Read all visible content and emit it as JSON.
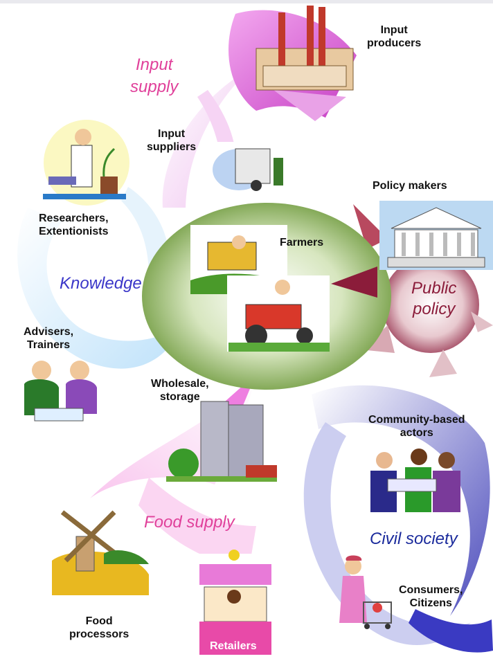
{
  "sections": {
    "input_supply": "Input\nsupply",
    "knowledge": "Knowledge",
    "public_policy": "Public\npolicy",
    "food_supply": "Food supply",
    "civil_society": "Civil society"
  },
  "actors": {
    "input_producers": "Input\nproducers",
    "input_suppliers": "Input\nsuppliers",
    "researchers": "Researchers,\nExtentionists",
    "farmers": "Farmers",
    "policy_makers": "Policy makers",
    "advisers": "Advisers,\nTrainers",
    "wholesale": "Wholesale,\nstorage",
    "community": "Community-based\nactors",
    "food_processors": "Food\nprocessors",
    "retailers": "Retailers",
    "consumers": "Consumers,\nCitizens"
  },
  "colors": {
    "input_supply": "#e0409a",
    "knowledge": "#3a36c8",
    "public_policy": "#8b1c3a",
    "food_supply": "#e0409a",
    "civil_society": "#1a2a9c",
    "farm_center": "#8aaa55"
  },
  "icons": [
    "factory-icon",
    "truck-icon",
    "scientist-icon",
    "combine-harvester-icon",
    "tractor-icon",
    "government-building-icon",
    "advisers-icon",
    "silos-icon",
    "community-actors-icon",
    "windmill-icon",
    "market-stall-icon",
    "shopper-icon"
  ]
}
